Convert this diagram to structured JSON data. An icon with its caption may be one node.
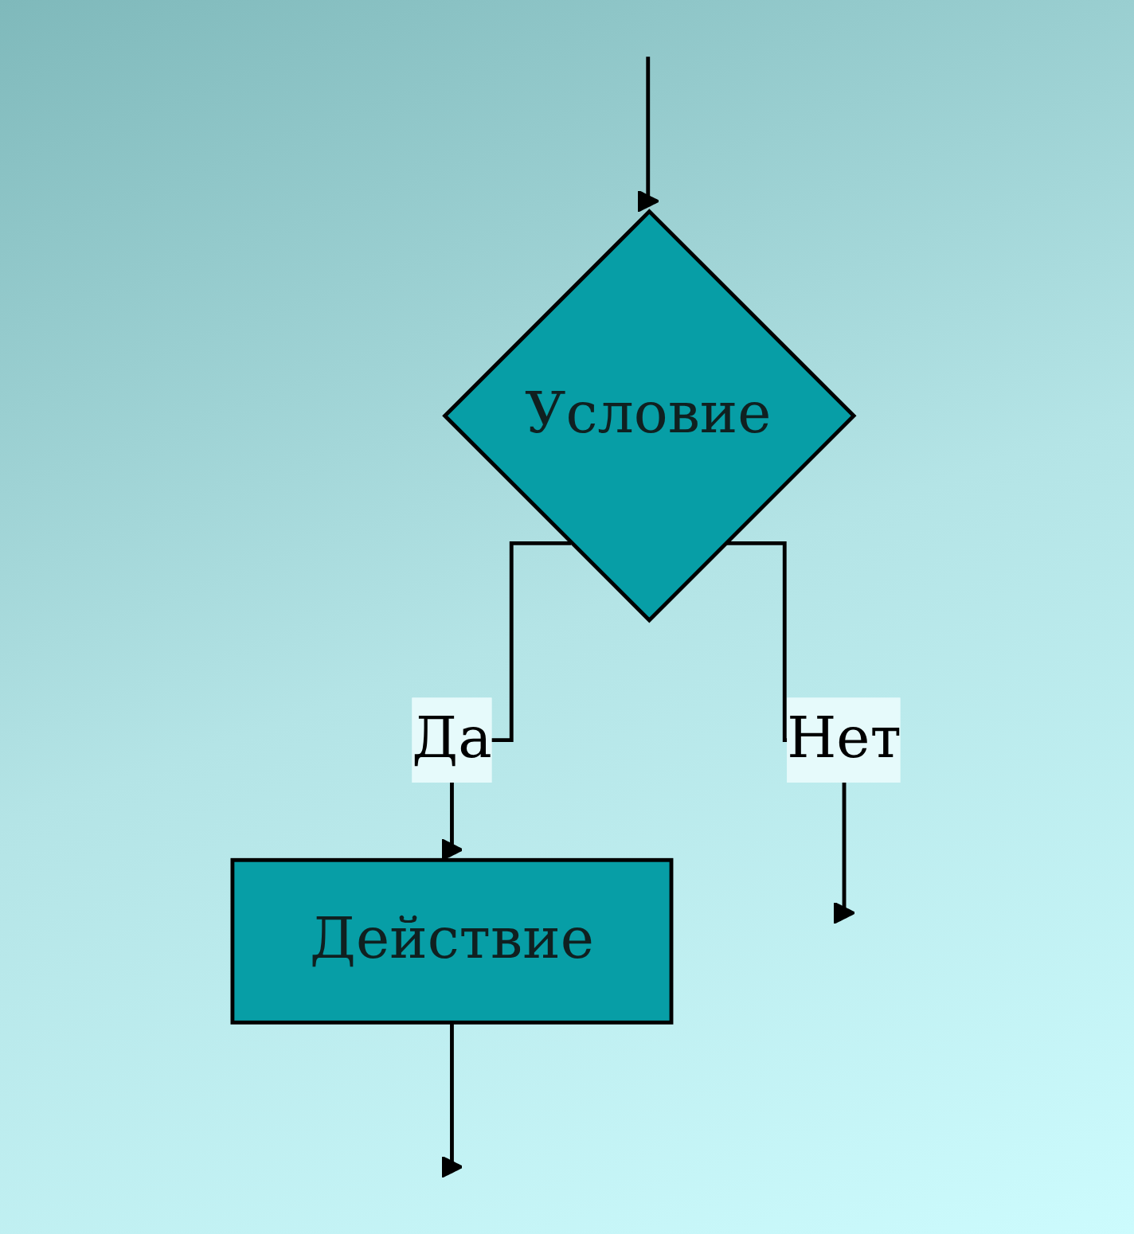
{
  "diagram": {
    "nodes": [
      {
        "text": [
          "Условие"
        ]
      },
      {
        "text": [
          "Действие"
        ]
      }
    ],
    "edges": [
      {
        "from": null,
        "to": 0,
        "arrow": "to"
      },
      {
        "from": 0,
        "to": 1,
        "label": "Да",
        "arrow": "to"
      },
      {
        "from": 0,
        "to": null,
        "label": "Нет",
        "arrow": "to"
      },
      {
        "from": 1,
        "to": null,
        "arrow": "to"
      }
    ]
  }
}
